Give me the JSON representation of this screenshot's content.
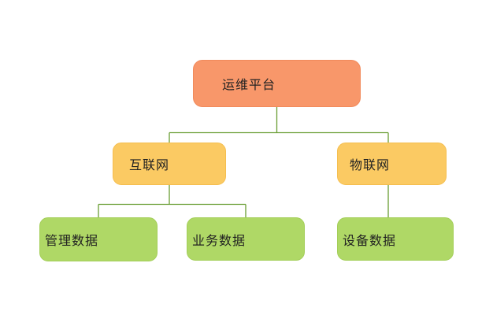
{
  "diagram": {
    "type": "tree",
    "background": "#FFFFFF",
    "line_color": "#6A9E34",
    "text_color": "#222222",
    "palette": {
      "level1_fill": "#F8976A",
      "level2_fill": "#FBCA63",
      "level3_fill": "#AFD866"
    },
    "nodes": {
      "root": {
        "label": "运维平台",
        "level": 1,
        "fill": "#F8976A"
      },
      "internet": {
        "label": "互联网",
        "level": 2,
        "fill": "#FBCA63",
        "parent": "运维平台"
      },
      "iot": {
        "label": "物联网",
        "level": 2,
        "fill": "#FBCA63",
        "parent": "运维平台"
      },
      "mgmt": {
        "label": "管理数据",
        "level": 3,
        "fill": "#AFD866",
        "parent": "互联网"
      },
      "business": {
        "label": "业务数据",
        "level": 3,
        "fill": "#AFD866",
        "parent": "互联网"
      },
      "device": {
        "label": "设备数据",
        "level": 3,
        "fill": "#AFD866",
        "parent": "物联网"
      }
    },
    "edges": [
      {
        "from": "运维平台",
        "to": "互联网"
      },
      {
        "from": "运维平台",
        "to": "物联网"
      },
      {
        "from": "互联网",
        "to": "管理数据"
      },
      {
        "from": "互联网",
        "to": "业务数据"
      },
      {
        "from": "物联网",
        "to": "设备数据"
      }
    ]
  }
}
